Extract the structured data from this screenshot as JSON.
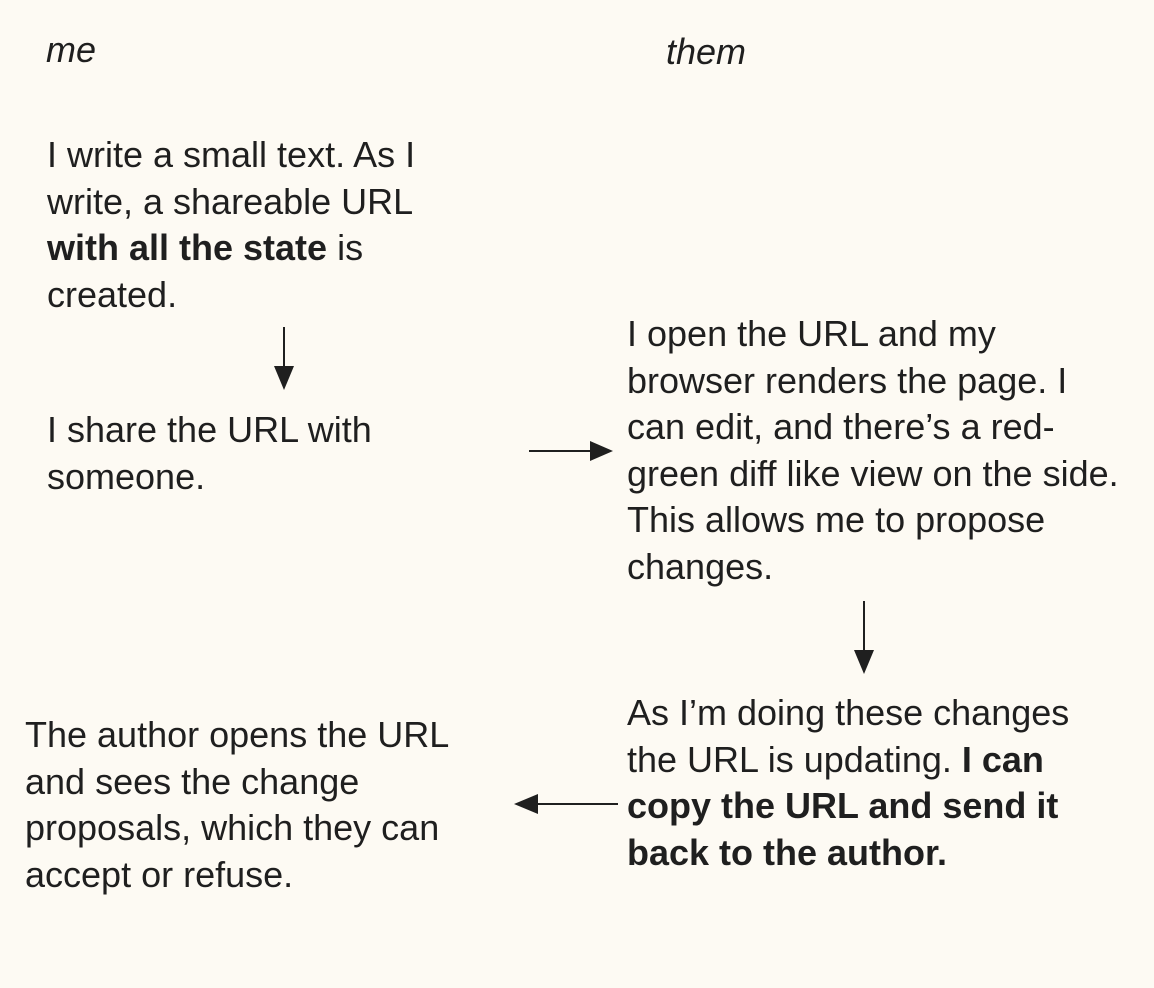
{
  "headers": {
    "me": "me",
    "them": "them"
  },
  "steps": {
    "write": {
      "before": "I write a small text. As I write, a shareable URL ",
      "bold": "with all the state",
      "after": " is created."
    },
    "share": {
      "text": "I share the URL with someone."
    },
    "open": {
      "text": "I open the URL and my browser renders the page. I can edit, and there’s a red-green diff like view on the side. This allows me to propose changes."
    },
    "update": {
      "before": "As I’m doing these changes the URL is updating. ",
      "bold": "I can copy the URL and send it back to the author."
    },
    "review": {
      "text": "The author opens the URL and sees the change proposals, which they can accept or refuse."
    }
  },
  "colors": {
    "background": "#fdfaf3",
    "text": "#1f1f1f",
    "arrow": "#1f1f1f"
  }
}
